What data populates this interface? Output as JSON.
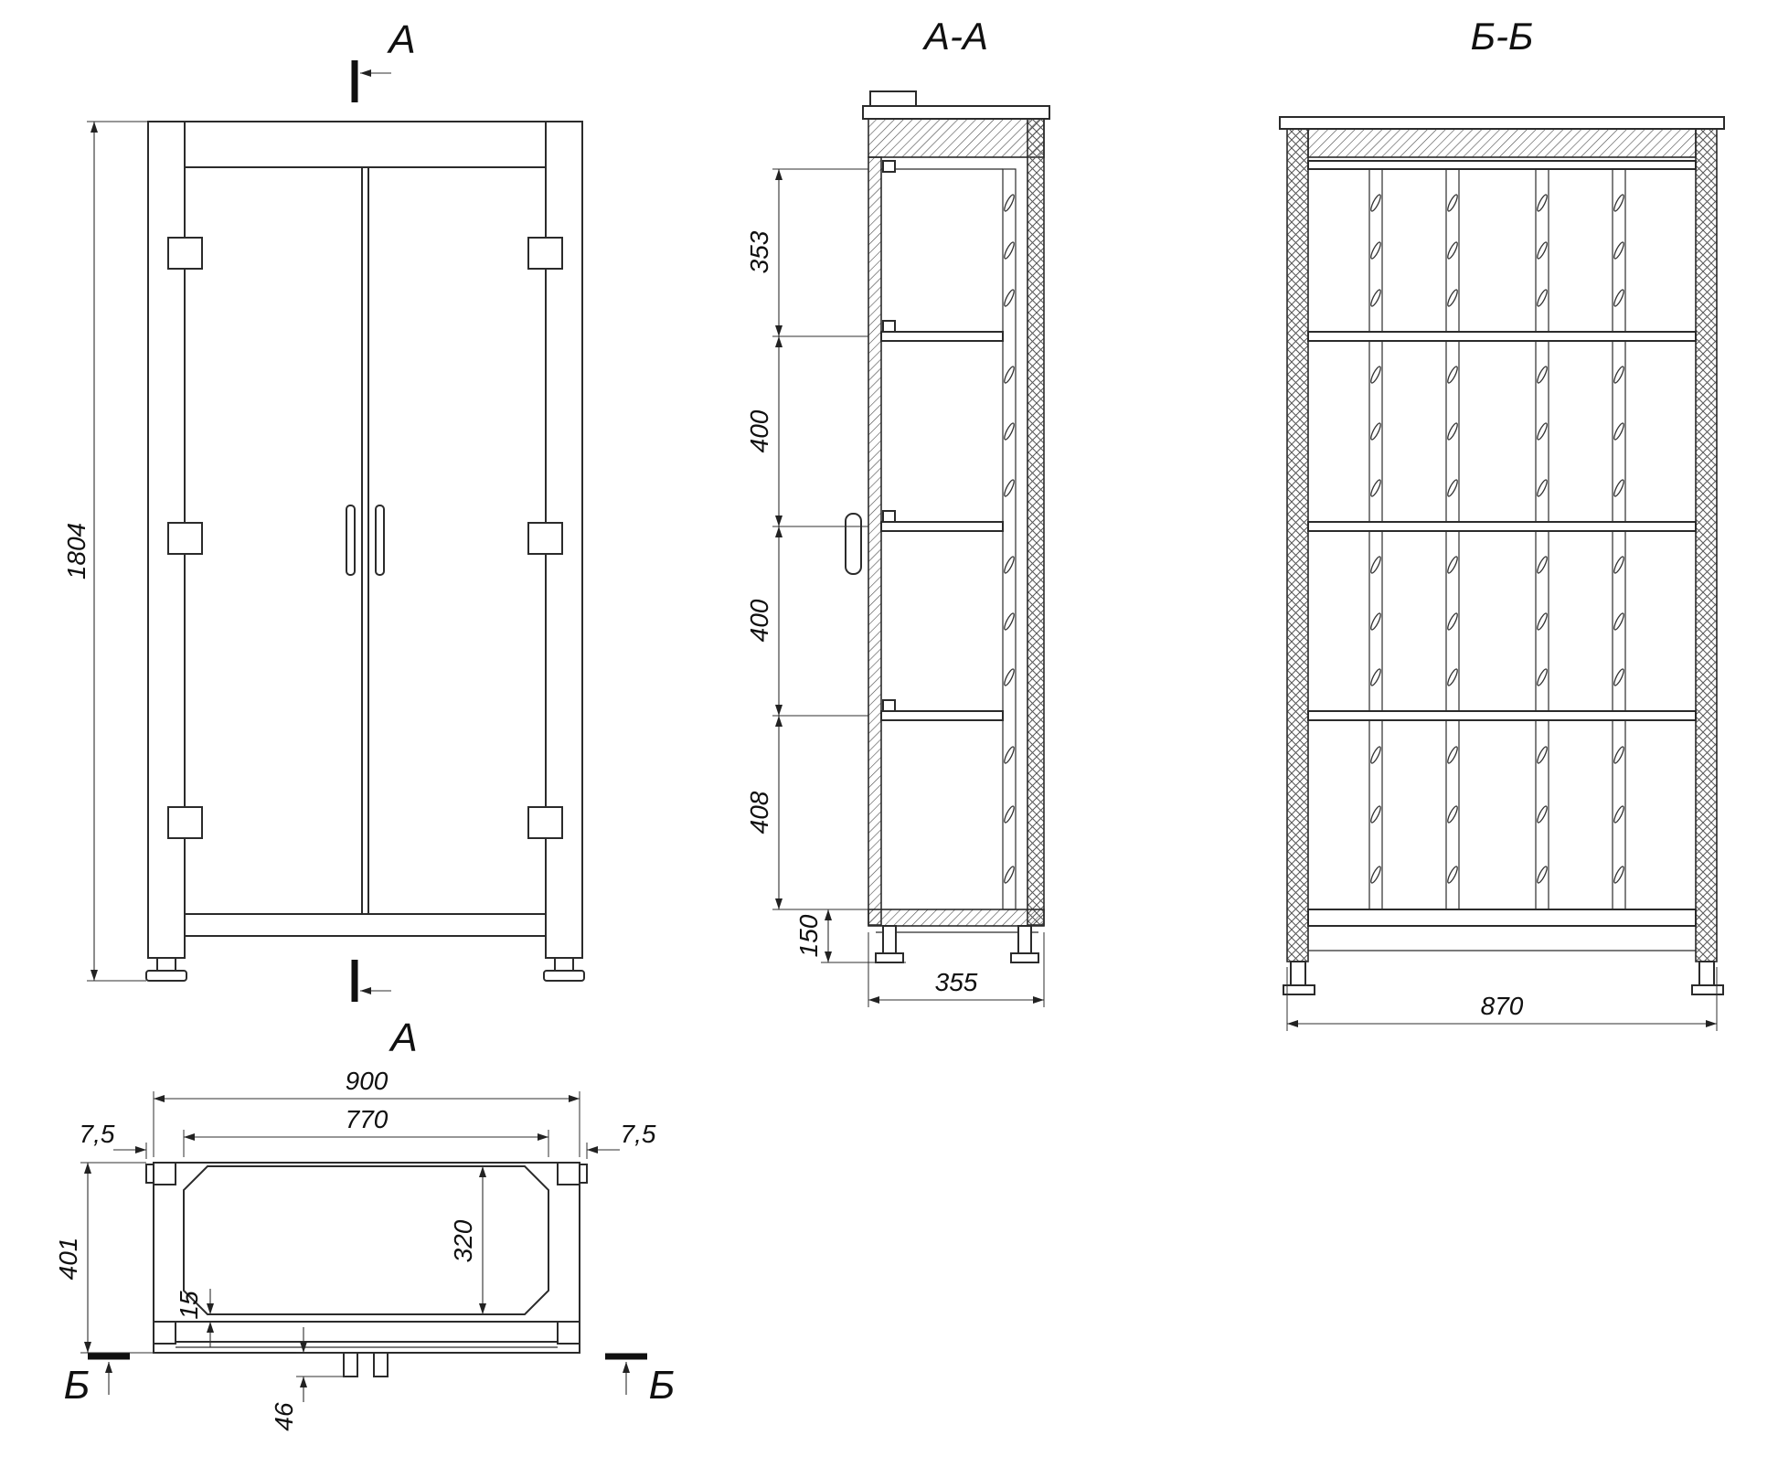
{
  "front_view": {
    "cut_top_label": "А",
    "cut_bottom_label": "А",
    "height": "1804"
  },
  "section_aa": {
    "title": "А-А",
    "bay_1": "353",
    "bay_2": "400",
    "bay_3": "400",
    "bay_4": "408",
    "foot_height": "150",
    "depth": "355"
  },
  "section_bb": {
    "title": "Б-Б",
    "width": "870"
  },
  "plan_view": {
    "overall_width": "900",
    "opening_width": "770",
    "side_left": "7,5",
    "side_right": "7,5",
    "overall_depth": "401",
    "opening_depth": "320",
    "gap": "15",
    "handle_offset": "46",
    "cut_left_label": "Б",
    "cut_right_label": "Б"
  }
}
